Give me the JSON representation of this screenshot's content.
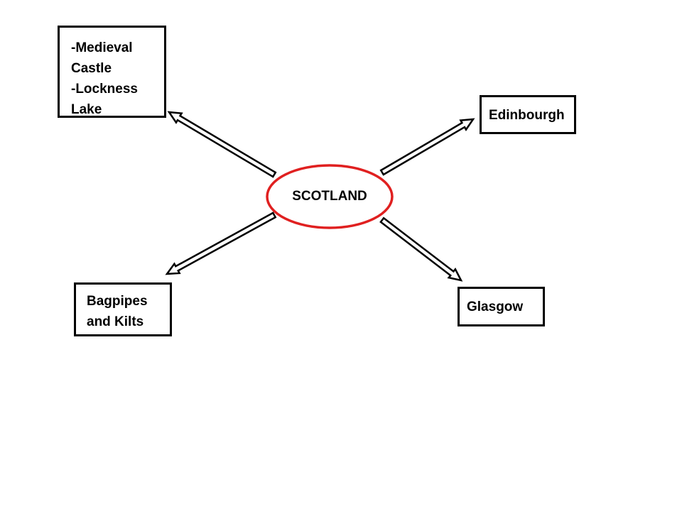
{
  "center": {
    "label": "SCOTLAND",
    "border_color": "#e02020"
  },
  "nodes": {
    "attractions": {
      "lines": [
        "-Medieval",
        "Castle",
        "-Lockness",
        "Lake"
      ]
    },
    "edinburgh": {
      "lines": [
        "Edinbourgh"
      ]
    },
    "bagpipes": {
      "lines": [
        "Bagpipes",
        "and Kilts"
      ]
    },
    "glasgow": {
      "lines": [
        "Glasgow"
      ]
    }
  },
  "edges": [
    {
      "from": "center",
      "to": "attractions"
    },
    {
      "from": "center",
      "to": "edinburgh"
    },
    {
      "from": "center",
      "to": "bagpipes"
    },
    {
      "from": "center",
      "to": "glasgow"
    }
  ]
}
